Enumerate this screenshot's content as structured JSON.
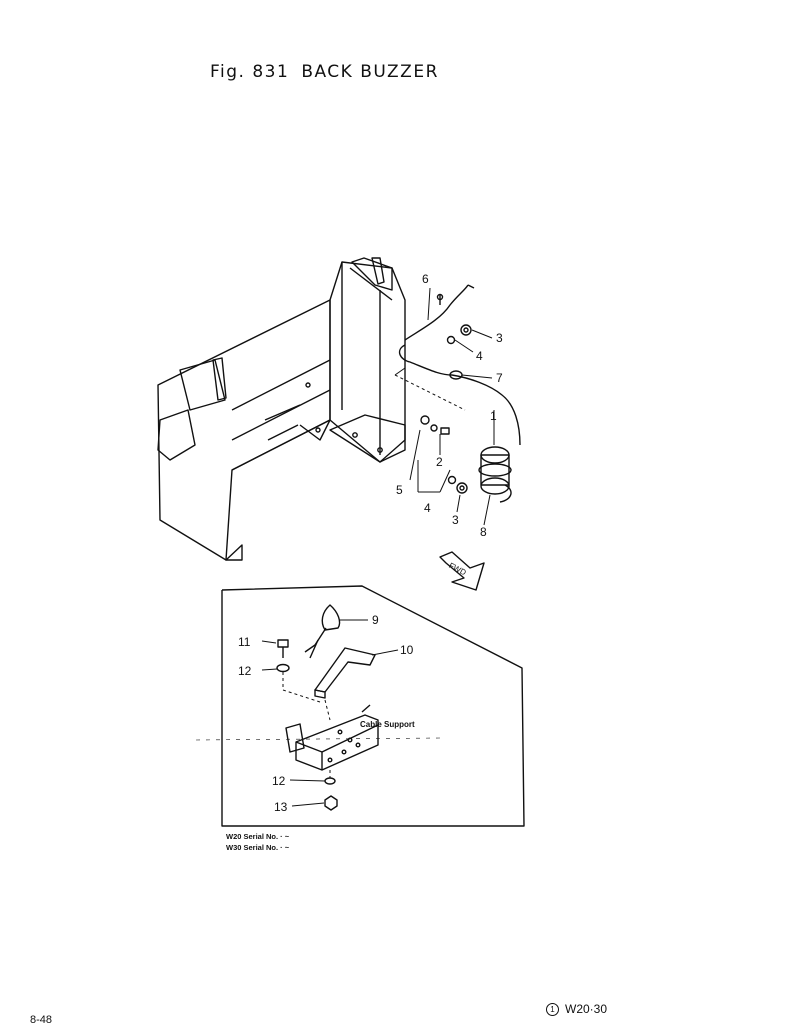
{
  "header": {
    "fig_label": "Fig. 831",
    "title": "BACK BUZZER"
  },
  "callouts": [
    "1",
    "2",
    "3",
    "3",
    "4",
    "4",
    "5",
    "6",
    "7",
    "8",
    "9",
    "10",
    "11",
    "12",
    "12",
    "13"
  ],
  "inset": {
    "cable_support_label": "Cable Support",
    "serial_rows": [
      "W20 Serial No. · ~",
      "W30 Serial No. · ~"
    ]
  },
  "direction_label": "FWD",
  "footer": {
    "revision_mark": "1",
    "models": "W20·30",
    "page": "8-48"
  }
}
